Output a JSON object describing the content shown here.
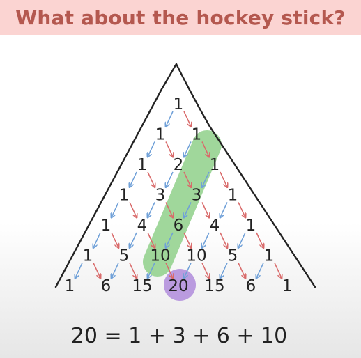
{
  "title": "What about the hockey stick?",
  "triangle_rows": [
    [
      "1"
    ],
    [
      "1",
      "1"
    ],
    [
      "1",
      "2",
      "1"
    ],
    [
      "1",
      "3",
      "3",
      "1"
    ],
    [
      "1",
      "4",
      "6",
      "4",
      "1"
    ],
    [
      "1",
      "5",
      "10",
      "10",
      "5",
      "1"
    ],
    [
      "1",
      "6",
      "15",
      "20",
      "15",
      "6",
      "1"
    ]
  ],
  "hockey_stick": [
    "1",
    "3",
    "6",
    "10"
  ],
  "highlighted_sum": "20",
  "equation": "20 = 1 + 3 + 6 + 10",
  "colors": {
    "title_bg": "#fbd4d2",
    "title_text": "#b4584f",
    "left_arrow": "#6fa0d8",
    "right_arrow": "#d96a6a",
    "stick_highlight": "#8fd08a",
    "sum_highlight": "#b491dd"
  }
}
